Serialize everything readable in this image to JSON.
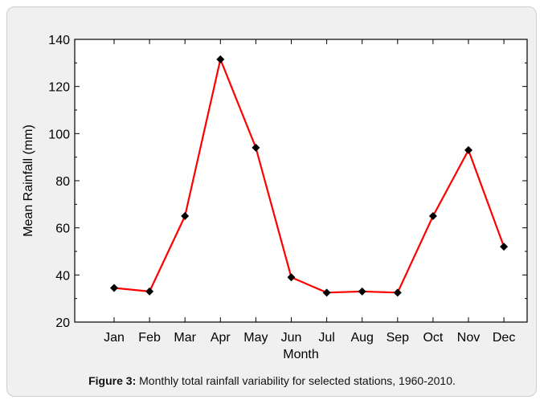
{
  "caption": {
    "label": "Figure 3:",
    "text": "Monthly total rainfall variability for selected stations, 1960-2010."
  },
  "colors": {
    "line": "#ff0000",
    "marker": "#000000",
    "axis": "#000000",
    "card_bg": "#f0f0f0"
  },
  "chart_data": {
    "type": "line",
    "title": "",
    "xlabel": "Month",
    "ylabel": "Mean Rainfall (mm)",
    "ylim": [
      20,
      140
    ],
    "yticks": [
      20,
      40,
      60,
      80,
      100,
      120,
      140
    ],
    "grid": false,
    "legend": "none",
    "marker": "diamond",
    "categories": [
      "Jan",
      "Feb",
      "Mar",
      "Apr",
      "May",
      "Jun",
      "Jul",
      "Aug",
      "Sep",
      "Oct",
      "Nov",
      "Dec"
    ],
    "series": [
      {
        "values": [
          34.5,
          33,
          65,
          131.5,
          94,
          39,
          32.5,
          33,
          32.5,
          65,
          93,
          52
        ]
      }
    ]
  }
}
